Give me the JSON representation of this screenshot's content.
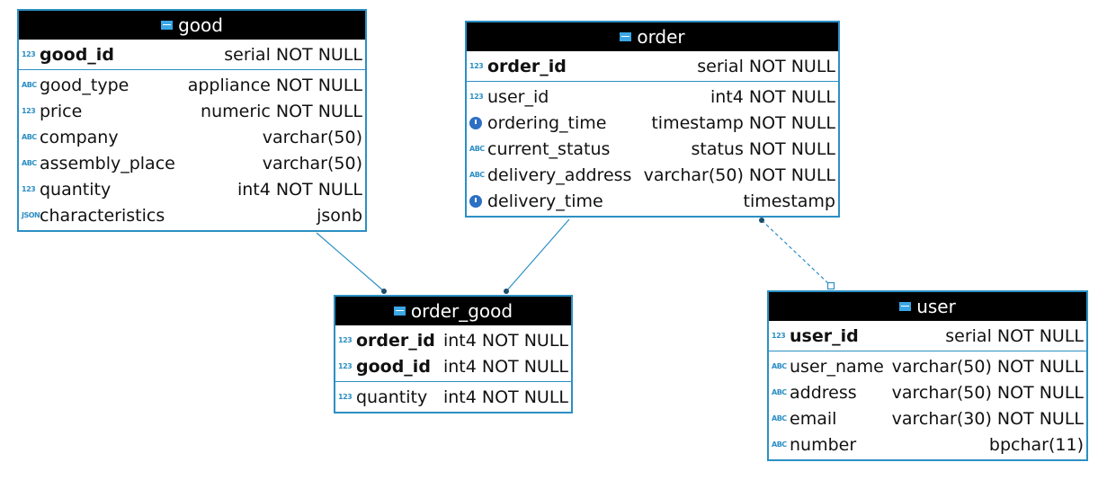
{
  "tables": {
    "good": {
      "title": "good",
      "pk": [
        {
          "icon": "123",
          "name": "good_id",
          "type": "serial NOT NULL"
        }
      ],
      "cols": [
        {
          "icon": "ABC",
          "name": "good_type",
          "type": "appliance NOT NULL"
        },
        {
          "icon": "123",
          "name": "price",
          "type": "numeric NOT NULL"
        },
        {
          "icon": "ABC",
          "name": "company",
          "type": "varchar(50)"
        },
        {
          "icon": "ABC",
          "name": "assembly_place",
          "type": "varchar(50)"
        },
        {
          "icon": "123",
          "name": "quantity",
          "type": "int4 NOT NULL"
        },
        {
          "icon": "JSON",
          "name": "characteristics",
          "type": "jsonb"
        }
      ]
    },
    "order": {
      "title": "order",
      "pk": [
        {
          "icon": "123",
          "name": "order_id",
          "type": "serial NOT NULL"
        }
      ],
      "cols": [
        {
          "icon": "123",
          "name": "user_id",
          "type": "int4 NOT NULL"
        },
        {
          "icon": "clock",
          "name": "ordering_time",
          "type": "timestamp NOT NULL"
        },
        {
          "icon": "ABC",
          "name": "current_status",
          "type": "status NOT NULL"
        },
        {
          "icon": "ABC",
          "name": "delivery_address",
          "type": "varchar(50) NOT NULL"
        },
        {
          "icon": "clock",
          "name": "delivery_time",
          "type": "timestamp"
        }
      ]
    },
    "order_good": {
      "title": "order_good",
      "pk": [
        {
          "icon": "123",
          "name": "order_id",
          "type": "int4 NOT NULL"
        },
        {
          "icon": "123",
          "name": "good_id",
          "type": "int4 NOT NULL"
        }
      ],
      "cols": [
        {
          "icon": "123",
          "name": "quantity",
          "type": "int4 NOT NULL"
        }
      ]
    },
    "user": {
      "title": "user",
      "pk": [
        {
          "icon": "123",
          "name": "user_id",
          "type": "serial NOT NULL"
        }
      ],
      "cols": [
        {
          "icon": "ABC",
          "name": "user_name",
          "type": "varchar(50) NOT NULL"
        },
        {
          "icon": "ABC",
          "name": "address",
          "type": "varchar(50) NOT NULL"
        },
        {
          "icon": "ABC",
          "name": "email",
          "type": "varchar(30) NOT NULL"
        },
        {
          "icon": "ABC",
          "name": "number",
          "type": "bpchar(11)"
        }
      ]
    }
  },
  "colors": {
    "border": "#2c8fc4",
    "header": "#000000"
  }
}
